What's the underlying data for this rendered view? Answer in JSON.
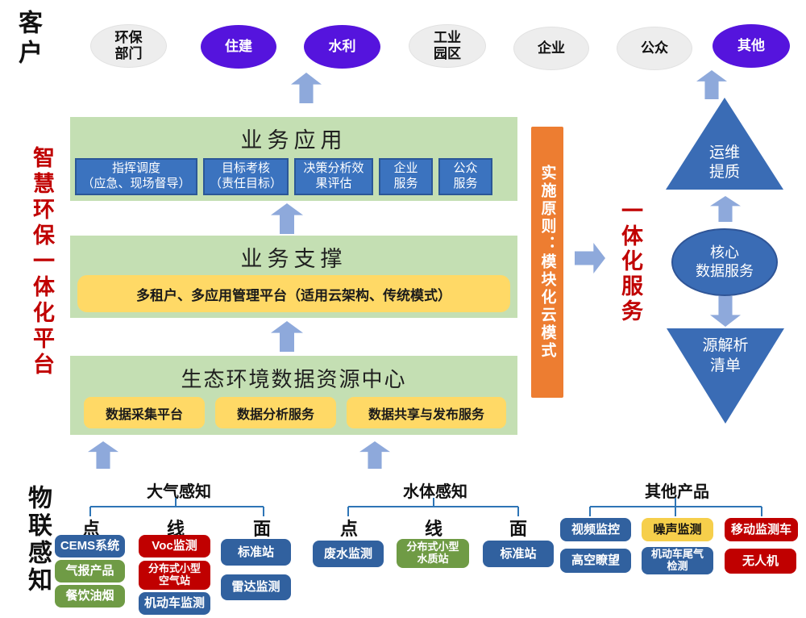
{
  "side_labels": {
    "customers": "客户",
    "platform": "智慧环保一体化平台",
    "iot": "物联感知",
    "integrated_service": "一体化服务"
  },
  "customers": [
    {
      "label": "环保\n部门",
      "style": "gray"
    },
    {
      "label": "住建",
      "style": "purple"
    },
    {
      "label": "水利",
      "style": "purple"
    },
    {
      "label": "工业\n园区",
      "style": "gray"
    },
    {
      "label": "企业",
      "style": "gray"
    },
    {
      "label": "公众",
      "style": "gray"
    },
    {
      "label": "其他",
      "style": "purple"
    }
  ],
  "principle_bar": {
    "label": "实施原则：模块化云模式"
  },
  "layers": {
    "business_app": {
      "title": "业务应用",
      "boxes": [
        {
          "label": "指挥调度\n（应急、现场督导）"
        },
        {
          "label": "目标考核\n（责任目标）"
        },
        {
          "label": "决策分析效\n果评估"
        },
        {
          "label": "企业\n服务"
        },
        {
          "label": "公众\n服务"
        }
      ]
    },
    "business_support": {
      "title": "业务支撑",
      "box": {
        "label": "多租户、多应用管理平台（适用云架构、传统模式）"
      }
    },
    "data_center": {
      "title": "生态环境数据资源中心",
      "boxes": [
        {
          "label": "数据采集平台"
        },
        {
          "label": "数据分析服务"
        },
        {
          "label": "数据共享与发布服务"
        }
      ]
    }
  },
  "right_flow": {
    "top": {
      "label": "运维\n提质"
    },
    "middle": {
      "label": "核心\n数据服务"
    },
    "bottom": {
      "label": "源解析\n清单"
    }
  },
  "sensing": {
    "atmosphere": {
      "title": "大气感知",
      "headers": [
        "点",
        "线",
        "面"
      ],
      "columns": [
        [
          {
            "label": "CEMS系统",
            "color": "blue"
          },
          {
            "label": "气报产品",
            "color": "green"
          },
          {
            "label": "餐饮油烟",
            "color": "green"
          }
        ],
        [
          {
            "label": "Voc监测",
            "color": "red"
          },
          {
            "label": "分布式小型\n空气站",
            "color": "red small"
          },
          {
            "label": "机动车监测",
            "color": "blue"
          }
        ],
        [
          {
            "label": "标准站",
            "color": "blue"
          },
          {
            "label": "雷达监测",
            "color": "blue"
          }
        ]
      ]
    },
    "water": {
      "title": "水体感知",
      "headers": [
        "点",
        "线",
        "面"
      ],
      "items": [
        {
          "label": "废水监测",
          "color": "blue"
        },
        {
          "label": "分布式小型\n水质站",
          "color": "green small"
        },
        {
          "label": "标准站",
          "color": "blue"
        }
      ]
    },
    "other": {
      "title": "其他产品",
      "rows": [
        [
          {
            "label": "视频监控",
            "color": "blue"
          },
          {
            "label": "噪声监测",
            "color": "yellow"
          },
          {
            "label": "移动监测车",
            "color": "red"
          }
        ],
        [
          {
            "label": "高空瞭望",
            "color": "blue"
          },
          {
            "label": "机动车尾气\n检测",
            "color": "blue small"
          },
          {
            "label": "无人机",
            "color": "red"
          }
        ]
      ]
    }
  },
  "colors": {
    "panel_green": "#c4dfb3",
    "box_blue": "#3b73bf",
    "panel_yellow": "#ffd966",
    "bar_orange": "#ed7d31",
    "accent_red": "#c00000",
    "arrow_blue": "#8ea9db",
    "oval_purple": "#5514dd",
    "oval_gray": "#ededed",
    "shape_blue": "#3a6cb5",
    "chip_blue": "#31619f",
    "chip_green": "#6f9b45",
    "chip_red": "#c00000",
    "chip_yellow": "#f6cf4b",
    "line_blue": "#2e75b6"
  }
}
